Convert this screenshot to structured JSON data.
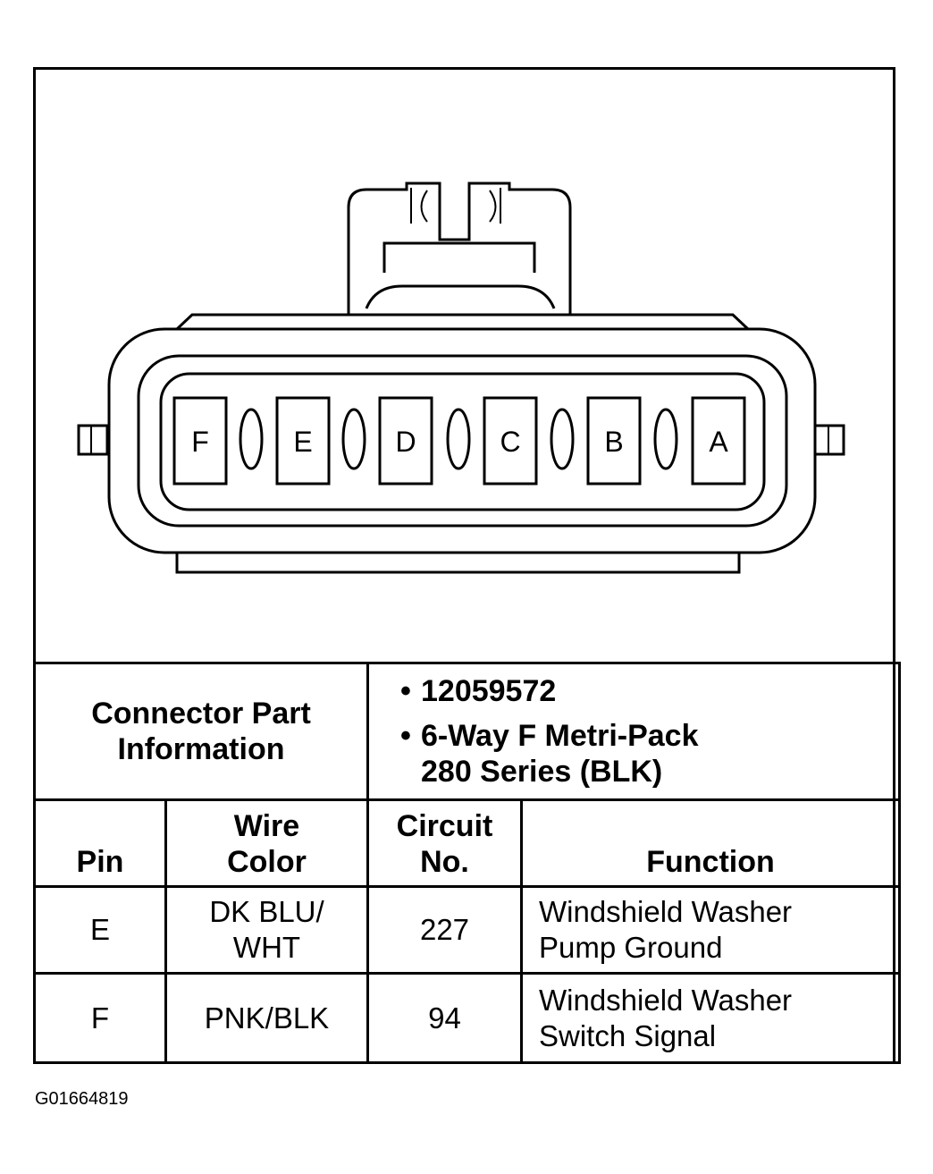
{
  "connector": {
    "pins": [
      "F",
      "E",
      "D",
      "C",
      "B",
      "A"
    ]
  },
  "part_info": {
    "label_line1": "Connector Part",
    "label_line2": "Information",
    "part_number": "12059572",
    "description_line1": "6-Way F Metri-Pack",
    "description_line2": "280 Series (BLK)",
    "bullet": "•"
  },
  "table": {
    "headers": {
      "pin": "Pin",
      "wire_color_line1": "Wire",
      "wire_color_line2": "Color",
      "circuit_line1": "Circuit",
      "circuit_line2": "No.",
      "function": "Function"
    },
    "rows": [
      {
        "pin": "E",
        "wire_line1": "DK BLU/",
        "wire_line2": "WHT",
        "circuit": "227",
        "function_line1": "Windshield Washer",
        "function_line2": "Pump Ground"
      },
      {
        "pin": "F",
        "wire_line1": "PNK/BLK",
        "wire_line2": "",
        "circuit": "94",
        "function_line1": "Windshield Washer",
        "function_line2": "Switch Signal"
      }
    ]
  },
  "figure_id": "G01664819"
}
